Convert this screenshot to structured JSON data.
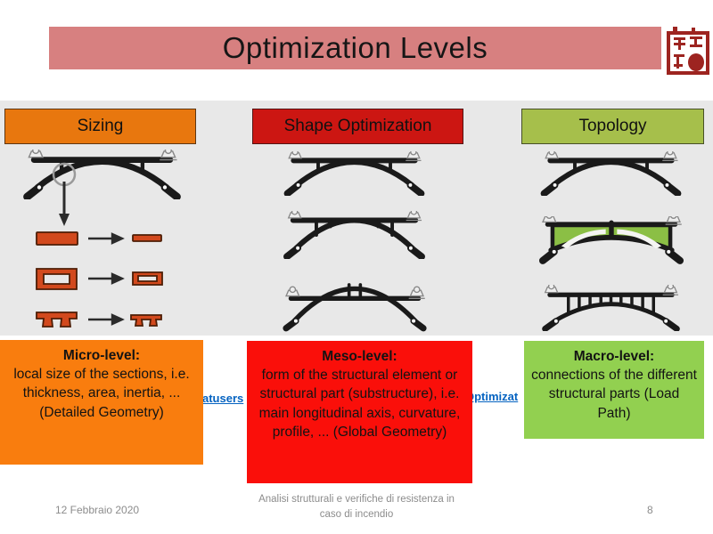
{
  "slide": {
    "title": "Optimization Levels"
  },
  "columns": [
    {
      "header": "Sizing"
    },
    {
      "header": "Shape Optimization"
    },
    {
      "header": "Topology"
    }
  ],
  "levels": [
    {
      "heading": "Micro-level:",
      "body": "local size of the sections, i.e. thickness, area, inertia, ... (Detailed Geometry)"
    },
    {
      "heading": "Meso-level:",
      "body": "form of the structural element or structural part (substructure), i.e. main longitudinal axis, curvature, profile, ... (Global Geometry)"
    },
    {
      "heading": "Macro-level:",
      "body": "connections of the different structural parts (Load Path)"
    }
  ],
  "link_fragments": {
    "left": "atusers",
    "right": "Optimizat"
  },
  "footer": {
    "date": "12 Febbraio 2020",
    "caption": "Analisi strutturali e verifiche di resistenza in caso di incendio",
    "page": "8"
  },
  "colors": {
    "banner_pink": "#D78080",
    "canvas_gray": "#E8E8E8",
    "sizing_orange": "#E8770E",
    "shape_red": "#CC1612",
    "topology_green": "#A6BF4B",
    "micro_orange": "#F97D0E",
    "meso_red": "#FA0F0A",
    "macro_green": "#92D050",
    "section_orange": "#D2491D",
    "link_blue": "#0563C1",
    "footer_gray": "#8C8C8C",
    "seal_red": "#9D2420",
    "bridge_black": "#1A1A1A"
  }
}
